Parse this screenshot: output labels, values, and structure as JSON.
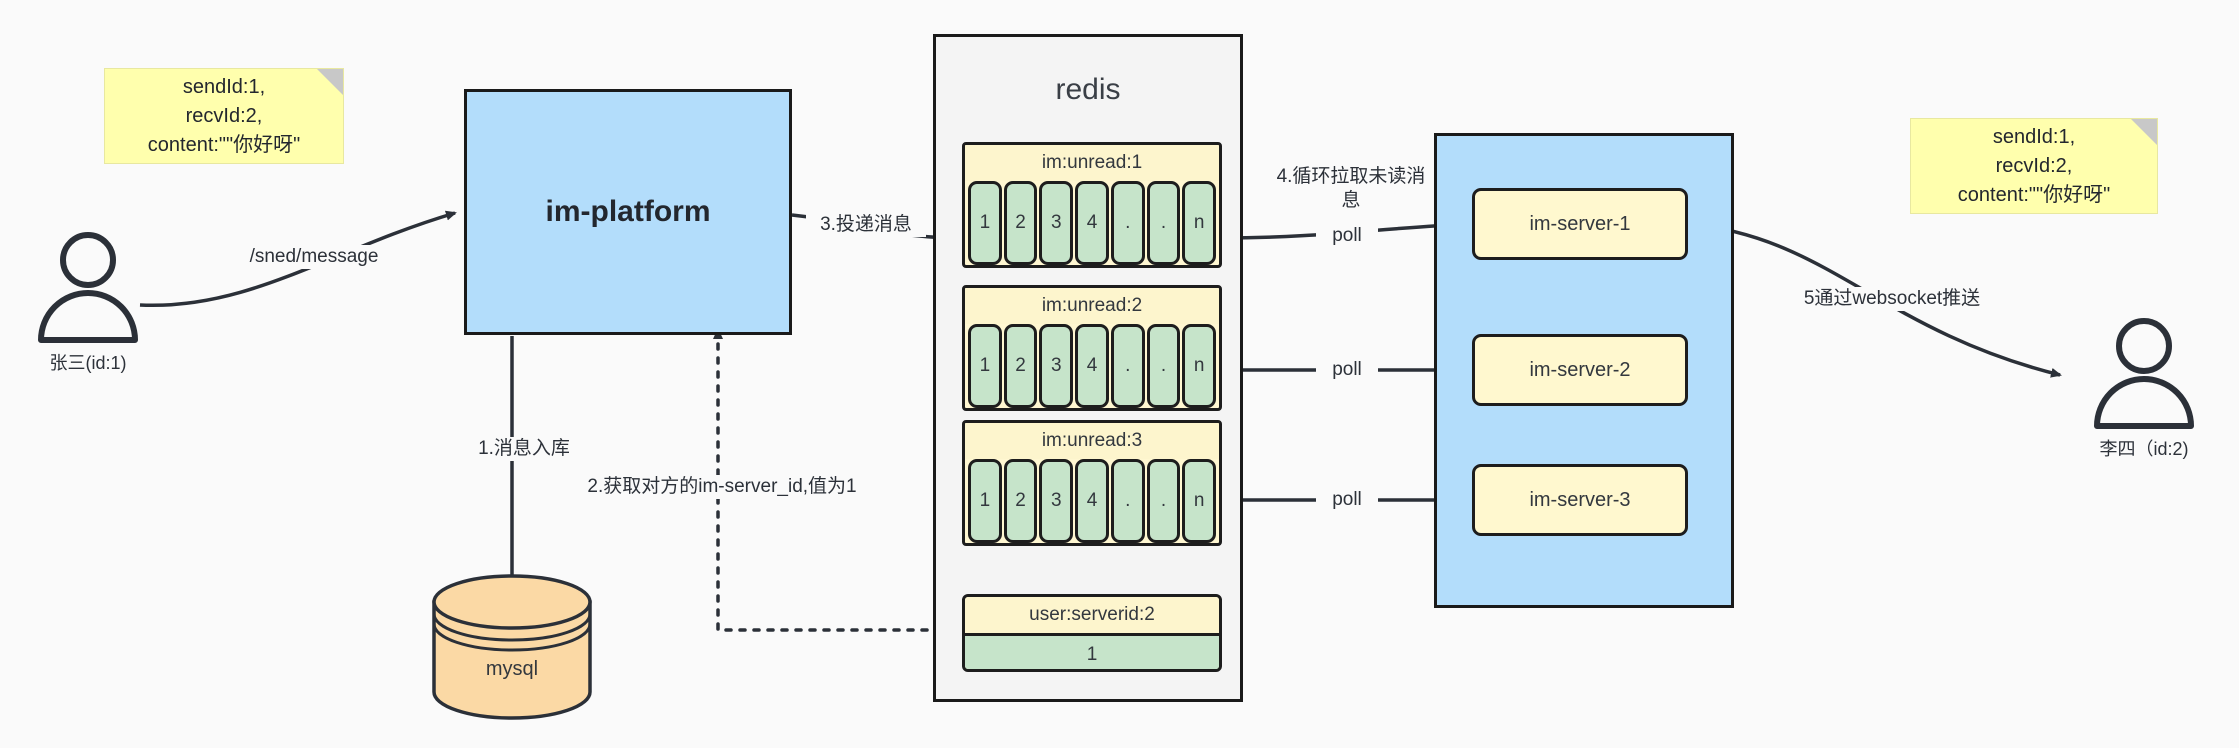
{
  "diagram": {
    "title": "IM message delivery architecture",
    "colors": {
      "note_bg": "#ffffad",
      "blue_box": "#b3ddfb",
      "green_cell": "#c6e4ca",
      "yellow_widget": "#fff7d1",
      "db_orange": "#fbd9a5",
      "stroke": "#1d1d1d",
      "canvas_bg": "#fafafa"
    }
  },
  "notes": {
    "left": "sendId:1,\nrecvId:2,\ncontent:\"\"你好呀\"",
    "right": "sendId:1,\nrecvId:2,\ncontent:\"\"你好呀\""
  },
  "actors": {
    "sender": {
      "label": "张三(id:1)",
      "icon": "user-icon"
    },
    "receiver": {
      "label": "李四（id:2)",
      "icon": "user-icon"
    }
  },
  "nodes": {
    "platform": {
      "label": "im-platform"
    },
    "mysql": {
      "label": "mysql"
    },
    "redis": {
      "label": "redis"
    },
    "server_group": {
      "label": ""
    },
    "servers": [
      {
        "label": "im-server-1"
      },
      {
        "label": "im-server-2"
      },
      {
        "label": "im-server-3"
      }
    ]
  },
  "redis_keys": {
    "lists": [
      {
        "key": "im:unread:1",
        "cells": [
          "1",
          "2",
          "3",
          "4",
          ".",
          ".",
          "n"
        ]
      },
      {
        "key": "im:unread:2",
        "cells": [
          "1",
          "2",
          "3",
          "4",
          ".",
          ".",
          "n"
        ]
      },
      {
        "key": "im:unread:3",
        "cells": [
          "1",
          "2",
          "3",
          "4",
          ".",
          ".",
          "n"
        ]
      }
    ],
    "kv": {
      "key": "user:serverid:2",
      "value": "1"
    }
  },
  "edges": {
    "send_message": "/sned/message",
    "step1": "1.消息入库",
    "step2": "2.获取对方的im-server_id,值为1",
    "step3": "3.投递消息",
    "step4": "4.循环拉取未读消\n息",
    "poll1": "poll",
    "poll2": "poll",
    "poll3": "poll",
    "step5": "5通过websocket推送"
  }
}
